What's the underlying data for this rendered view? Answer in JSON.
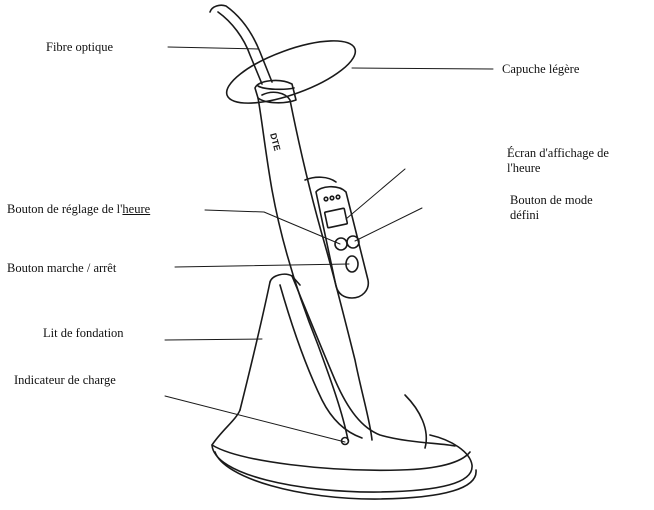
{
  "labels": {
    "fibre": "Fibre optique",
    "capuche": "Capuche légère",
    "ecran_line1": "Écran d'affichage de",
    "ecran_line2": "l'heure",
    "reglage_prefix": "Bouton de réglage de l'",
    "reglage_underlined": "heure",
    "mode_line1": "Bouton de mode",
    "mode_line2": "défini",
    "marche": "Bouton marche / arrêt",
    "lit": "Lit de fondation",
    "indicateur": "Indicateur de charge"
  },
  "device": {
    "brand": "DTE"
  }
}
